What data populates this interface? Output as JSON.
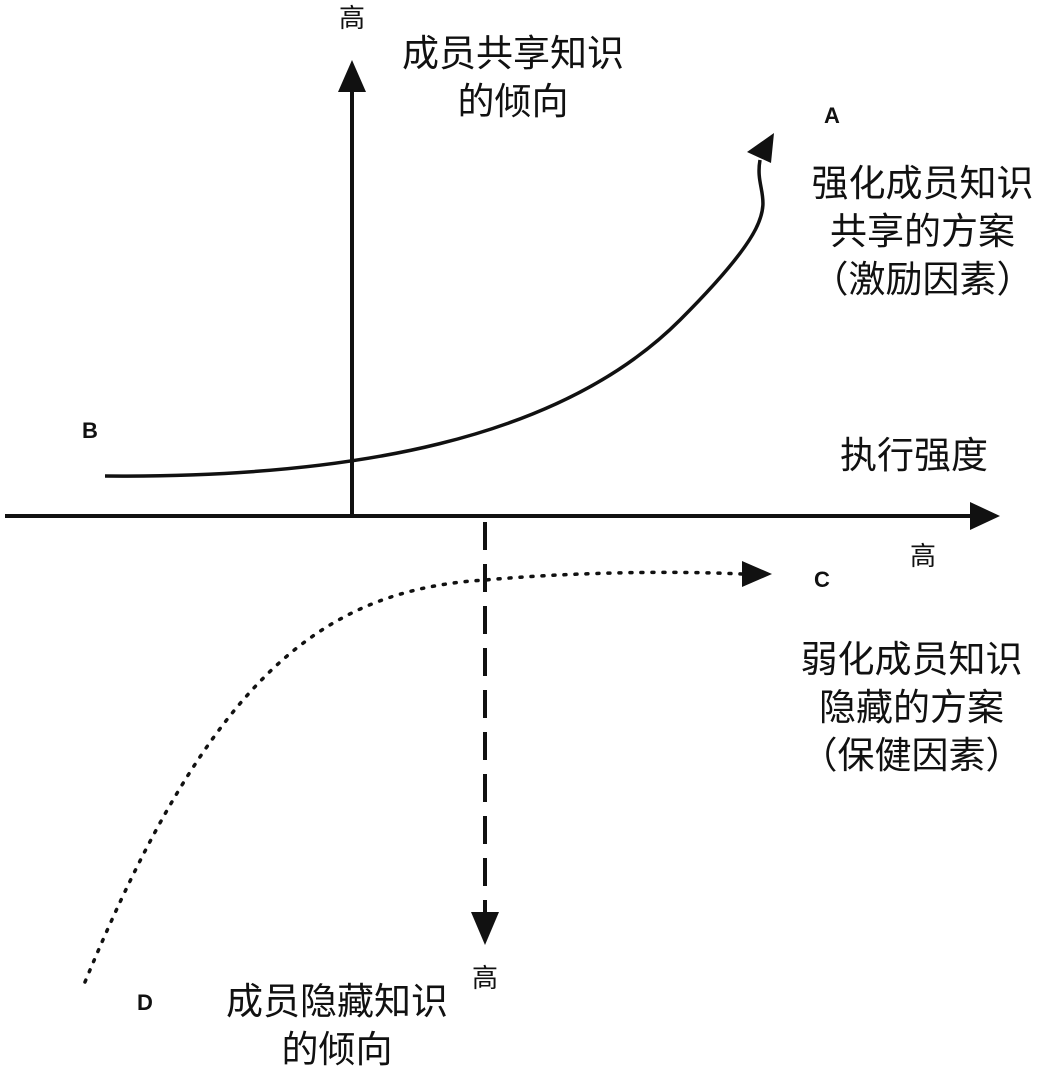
{
  "axes": {
    "y_up_label": "成员共享知识",
    "y_up_label_line2": "的倾向",
    "y_up_high": "高",
    "x_label": "执行强度",
    "x_high": "高",
    "y_down_label": "成员隐藏知识",
    "y_down_label_line2": "的倾向",
    "y_down_high": "高"
  },
  "points": {
    "a": "A",
    "b": "B",
    "c": "C",
    "d": "D"
  },
  "annotations": {
    "motivator": {
      "line1": "强化成员知识",
      "line2": "共享的方案",
      "line3": "（激励因素）"
    },
    "hygiene": {
      "line1": "弱化成员知识",
      "line2": "隐藏的方案",
      "line3": "（保健因素）"
    }
  },
  "colors": {
    "ink": "#111111",
    "background": "#ffffff"
  }
}
